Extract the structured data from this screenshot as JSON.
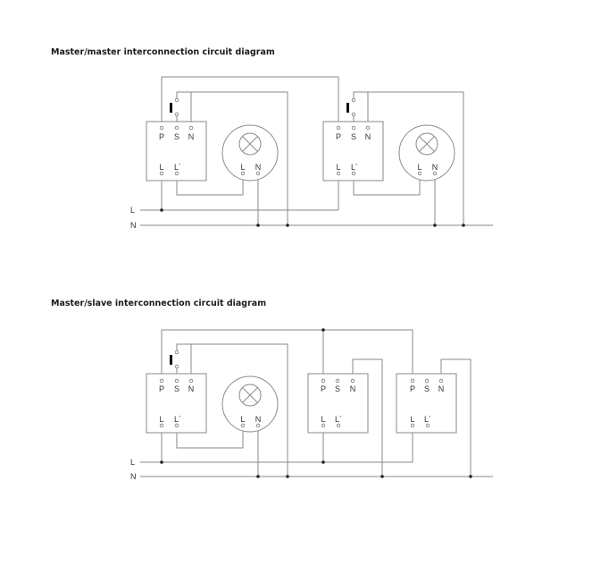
{
  "diagrams": [
    {
      "title": "Master/master interconnection circuit diagram"
    },
    {
      "title": "Master/slave interconnection circuit diagram"
    }
  ],
  "terminals": {
    "p": "P",
    "s": "S",
    "n": "N",
    "l": "L",
    "lp": "L´"
  },
  "lamp_terminals": {
    "l": "L",
    "n": "N"
  },
  "rails": {
    "l": "L",
    "n": "N"
  },
  "colors": {
    "wire": "#8a8a8a",
    "text": "#1a1a1a"
  }
}
